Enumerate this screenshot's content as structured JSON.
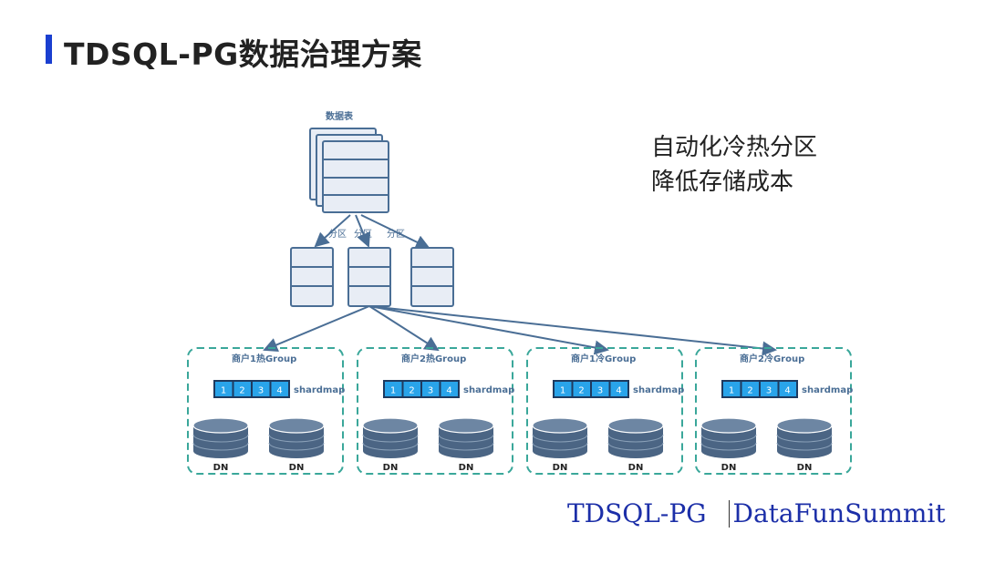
{
  "header": {
    "title": "TDSQL-PG数据治理方案"
  },
  "slogan": {
    "line1": "自动化冷热分区",
    "line2": "降低存储成本"
  },
  "diagram": {
    "source_table_label": "数据表",
    "partition_labels": [
      "分区",
      "分区",
      "分区"
    ],
    "groups": [
      {
        "name": "商户1热Group",
        "shards": [
          "1",
          "2",
          "3",
          "4"
        ],
        "shardmap_label": "shardmap",
        "nodes": [
          "DN",
          "DN"
        ]
      },
      {
        "name": "商户2热Group",
        "shards": [
          "1",
          "2",
          "3",
          "4"
        ],
        "shardmap_label": "shardmap",
        "nodes": [
          "DN",
          "DN"
        ]
      },
      {
        "name": "商户1冷Group",
        "shards": [
          "1",
          "2",
          "3",
          "4"
        ],
        "shardmap_label": "shardmap",
        "nodes": [
          "DN",
          "DN"
        ]
      },
      {
        "name": "商户2冷Group",
        "shards": [
          "1",
          "2",
          "3",
          "4"
        ],
        "shardmap_label": "shardmap",
        "nodes": [
          "DN",
          "DN"
        ]
      }
    ],
    "colors": {
      "line": "#4a6e95",
      "table_fill": "#e8edf5",
      "shard_fill": "#29a4ea",
      "disk": "#4b6584",
      "dash": "#3aa79a"
    }
  },
  "footer": {
    "product": "TDSQL-PG",
    "brand": "DataFunSummit"
  }
}
